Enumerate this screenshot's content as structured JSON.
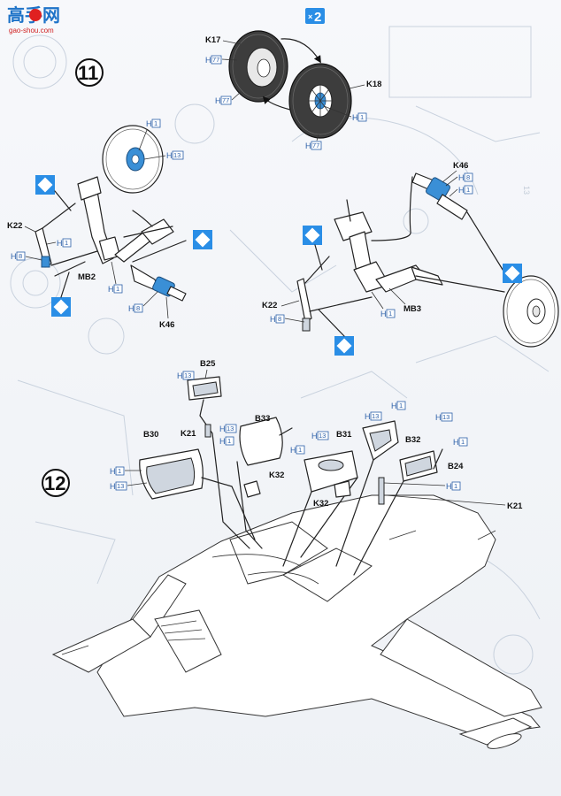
{
  "logo": {
    "name": "高手网",
    "url": "gao-shou.com"
  },
  "multiplier": {
    "times": "×",
    "count": "2"
  },
  "steps": {
    "wheels_gear": "11",
    "cockpit": "12"
  },
  "ghost_step": "13",
  "icons": {
    "paint_callout": "white-diamond-in-blue-square"
  },
  "colors": {
    "accent_blue": "#2a8ee6",
    "paint_blue": "#3a8fd6",
    "ink": "#222222"
  },
  "wheel_parts": {
    "k17": "K17",
    "k18": "K18"
  },
  "gear_left": {
    "k22": "K22",
    "mb2": "MB2",
    "k46": "K46"
  },
  "gear_right": {
    "k46": "K46",
    "k22": "K22",
    "mb3": "MB3"
  },
  "cockpit_parts": {
    "b25": "B25",
    "b33": "B33",
    "b30": "B30",
    "b31": "B31",
    "b32": "B32",
    "b24": "B24",
    "k21a": "K21",
    "k21b": "K21",
    "k32a": "K32",
    "k32b": "K32"
  },
  "paint": {
    "h": "H",
    "c1": "1",
    "c8": "8",
    "c13": "13",
    "c77": "77"
  }
}
